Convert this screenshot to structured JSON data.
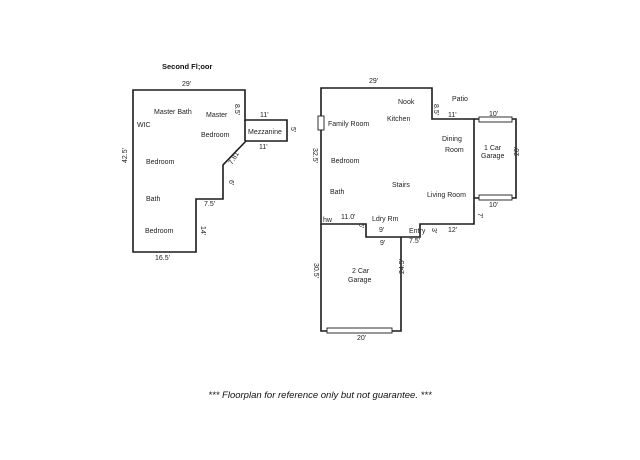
{
  "plan": {
    "second_floor_title": "Second Fl;oor",
    "disclaimer": "*** Floorplan for reference only but not guarantee. ***"
  },
  "second_floor": {
    "rooms": {
      "master_bath": "Master Bath",
      "wic": "WIC",
      "master": "Master",
      "bedroom_master": "Bedroom",
      "mezzanine": "Mezzanine",
      "bedroom_mid": "Bedroom",
      "bath": "Bath",
      "bedroom_bottom": "Bedroom"
    },
    "dims": {
      "top": "29'",
      "notch_vertical": "8.5'",
      "mezz_top": "11'",
      "mezz_right": "5'",
      "mezz_bottom": "11'",
      "diagonal": "7.81'",
      "nine": "6'",
      "step": "7.5'",
      "small_vertical": "14'",
      "left": "42.5'",
      "bottom": "16.5'"
    }
  },
  "first_floor": {
    "rooms": {
      "nook": "Nook",
      "patio": "Patio",
      "kitchen": "Kitchen",
      "family_room": "Family Room",
      "dining_room_1": "Dining",
      "dining_room_2": "Room",
      "garage1_1": "1 Car",
      "garage1_2": "Garage",
      "bedroom": "Bedroom",
      "stairs": "Stairs",
      "bath": "Bath",
      "living_room": "Living Room",
      "laundry": "Ldry Rm",
      "entry": "Entry",
      "garage2_1": "2 Car",
      "garage2_2": "Garage"
    },
    "dims": {
      "top": "29'",
      "nook_step": "8.5'",
      "nook_11": "11'",
      "left": "32.5'",
      "g1_top": "10'",
      "g1_right": "20'",
      "g1_bottom": "10'",
      "seven": "7'",
      "twelve": "12'",
      "seven_five": "7.5'",
      "three": "3'",
      "nine": "9'",
      "six": "6'",
      "nine_lower": "9'",
      "eleven": "11.0'",
      "hw": "hw",
      "g2_left": "30.5'",
      "g2_right": "24.5'",
      "g2_bottom": "20'"
    }
  }
}
